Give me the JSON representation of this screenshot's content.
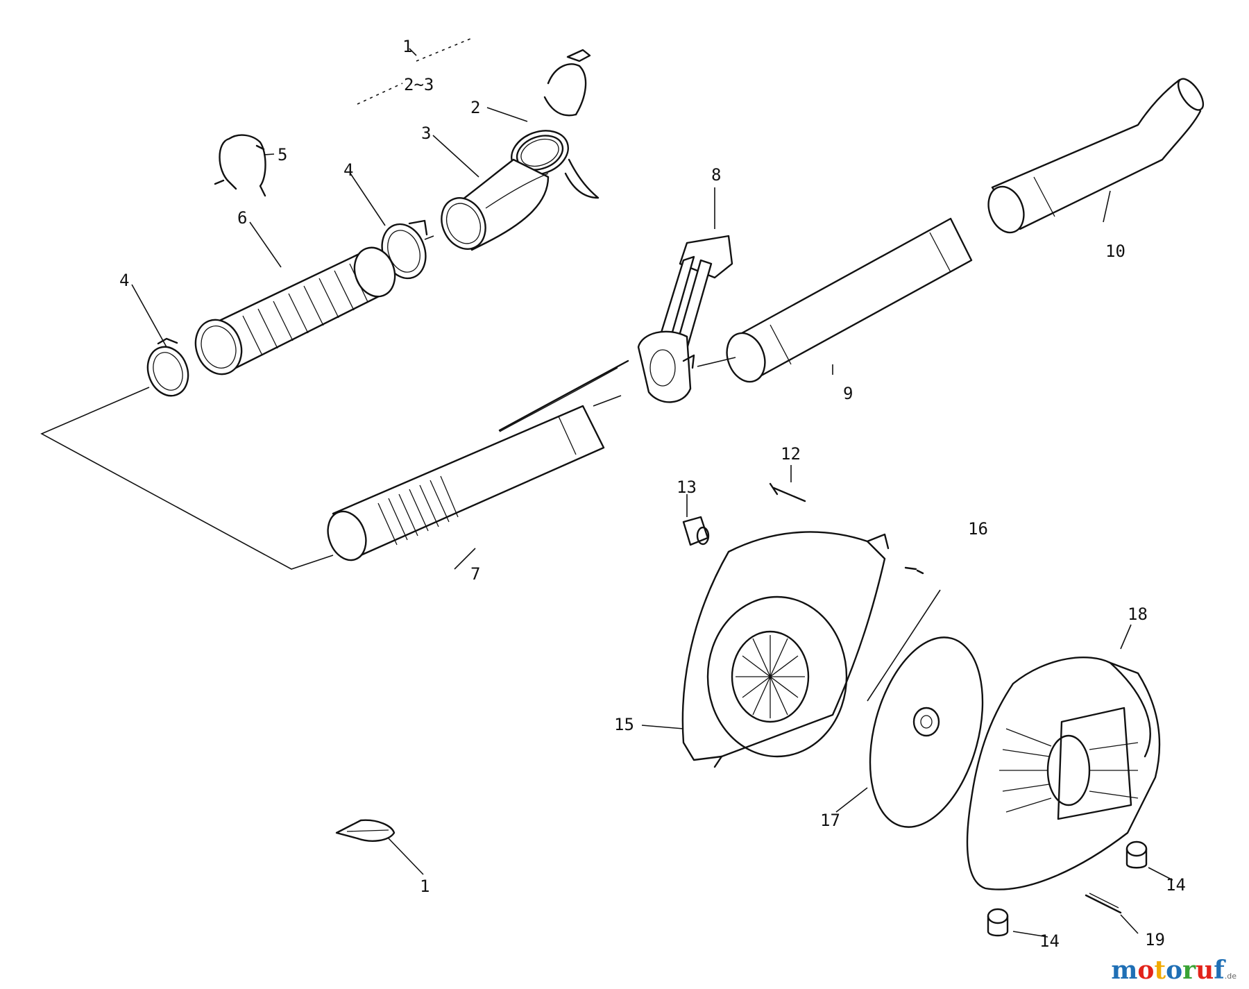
{
  "diagram": {
    "callouts": [
      {
        "id": "c1-top",
        "text": "1"
      },
      {
        "id": "c2-3",
        "text": "2~3"
      },
      {
        "id": "c2",
        "text": "2"
      },
      {
        "id": "c3",
        "text": "3"
      },
      {
        "id": "c5",
        "text": "5"
      },
      {
        "id": "c4-a",
        "text": "4"
      },
      {
        "id": "c6",
        "text": "6"
      },
      {
        "id": "c4-b",
        "text": "4"
      },
      {
        "id": "c8",
        "text": "8"
      },
      {
        "id": "c10",
        "text": "10"
      },
      {
        "id": "c9",
        "text": "9"
      },
      {
        "id": "c12",
        "text": "12"
      },
      {
        "id": "c13",
        "text": "13"
      },
      {
        "id": "c16",
        "text": "16"
      },
      {
        "id": "c7",
        "text": "7"
      },
      {
        "id": "c18",
        "text": "18"
      },
      {
        "id": "c15",
        "text": "15"
      },
      {
        "id": "c17",
        "text": "17"
      },
      {
        "id": "c1-bottom",
        "text": "1"
      },
      {
        "id": "c14-a",
        "text": "14"
      },
      {
        "id": "c14-b",
        "text": "14"
      },
      {
        "id": "c19",
        "text": "19"
      }
    ]
  },
  "watermark": {
    "letters": [
      {
        "char": "m",
        "color": "#1f6fb5"
      },
      {
        "char": "o",
        "color": "#e2231a"
      },
      {
        "char": "t",
        "color": "#f2a900"
      },
      {
        "char": "o",
        "color": "#1f6fb5"
      },
      {
        "char": "r",
        "color": "#3aa335"
      },
      {
        "char": "u",
        "color": "#e2231a"
      },
      {
        "char": "f",
        "color": "#1f6fb5"
      }
    ],
    "suffix": ".de"
  }
}
